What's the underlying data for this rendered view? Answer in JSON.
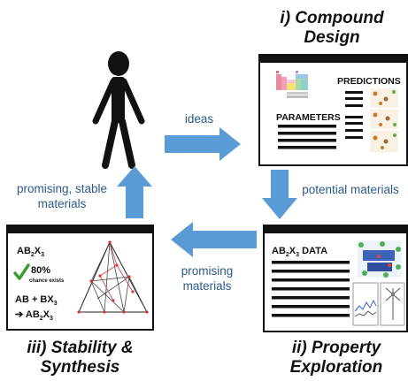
{
  "stages": {
    "compound_design": {
      "title_line1": "i)   Compound",
      "title_line2": "Design"
    },
    "property_exploration": {
      "title_line1": "ii) Property",
      "title_line2": "Exploration"
    },
    "stability_synthesis": {
      "title_line1": "iii) Stability &",
      "title_line2": "Synthesis"
    }
  },
  "flows": {
    "ideas": "ideas",
    "potential_materials": "potential materials",
    "promising_materials_line1": "promising",
    "promising_materials_line2": "materials",
    "promising_stable_line1": "promising, stable",
    "promising_stable_line2": "materials"
  },
  "design_window": {
    "predictions_label": "PREDICTIONS",
    "parameters_label": "PARAMETERS"
  },
  "property_window": {
    "data_label_prefix": "AB",
    "data_label_sub1": "2",
    "data_label_mid": "X",
    "data_label_sub2": "3",
    "data_label_suffix": " DATA"
  },
  "stability_window": {
    "formula_prefix": "AB",
    "formula_sub1": "2",
    "formula_mid": "X",
    "formula_sub2": "3",
    "percent": "80%",
    "chance_text": "chance exists",
    "reaction_text": "AB + BX",
    "reaction_sub": "3",
    "product_prefix": "AB",
    "product_sub1": "2",
    "product_mid": "X",
    "product_sub2": "3"
  },
  "colors": {
    "arrow_blue": "#5b9bd5",
    "check_green": "#3d9b35",
    "window_bar": "#111111"
  }
}
